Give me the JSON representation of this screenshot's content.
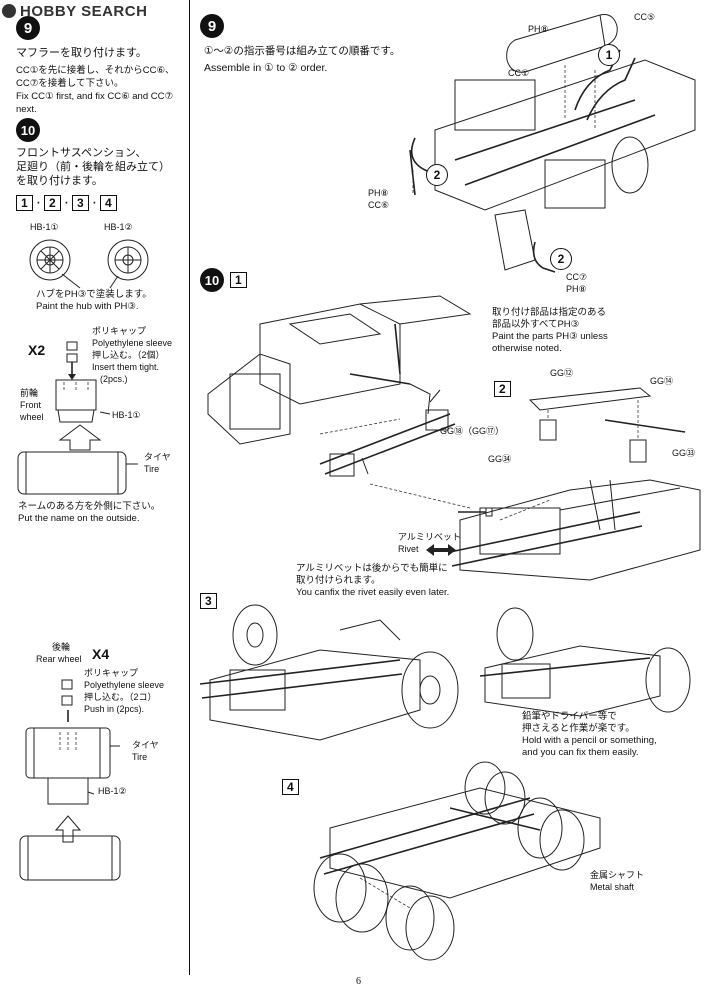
{
  "header": {
    "watermark": "HOBBY SEARCH"
  },
  "left": {
    "step9": {
      "num": "9",
      "title": "マフラーを取り付けます。",
      "jp_lines": [
        "CC①を先に接着し、それからCC⑥、",
        "CC⑦を接着して下さい。"
      ],
      "en_lines": [
        "Fix CC① first, and fix CC⑥ and CC⑦",
        "next."
      ]
    },
    "step10": {
      "num": "10",
      "title_lines": [
        "フロントサスペンション、",
        "足廻り（前・後輪を組み立て）",
        "を取り付けます。"
      ],
      "sequence": [
        "1",
        "2",
        "3",
        "4"
      ],
      "hub_labels": [
        "HB-1①",
        "HB-1②"
      ],
      "paint_jp": "ハブをPH③で塗装します。",
      "paint_en": "Paint the hub with PH③.",
      "front": {
        "count": "X2",
        "sleeve_jp": "ポリキャップ",
        "sleeve_en": "Polyethylene sleeve",
        "push_jp": "押し込む。（2個）",
        "push_en_lines": [
          "Insert them tight.",
          "(2pcs.)"
        ],
        "wheel_jp": "前輪",
        "wheel_en_lines": [
          "Front",
          "wheel"
        ],
        "hub": "HB-1①",
        "tire_jp": "タイヤ",
        "tire_en": "Tire",
        "name_jp": "ネームのある方を外側に下さい。",
        "name_en": "Put the name on the outside."
      },
      "rear": {
        "wheel_jp": "後輪",
        "wheel_en": "Rear wheel",
        "count": "X4",
        "sleeve_jp": "ポリキャップ",
        "sleeve_en": "Polyethylene sleeve",
        "push_jp": "押し込む。（2コ）",
        "push_en": "Push in (2pcs).",
        "tire_jp": "タイヤ",
        "tire_en": "Tire",
        "hub": "HB-1②"
      }
    }
  },
  "right": {
    "step9": {
      "num": "9",
      "order_jp": "①～②の指示番号は組み立ての順番です。",
      "order_en": "Assemble in ① to ② order.",
      "labels": {
        "ph8_top": "PH⑧",
        "cc5": "CC⑤",
        "cc1": "CC①",
        "num1": "1",
        "num2_left": "2",
        "ph8_left": "PH⑧",
        "cc6": "CC⑥",
        "num2_bottom": "2",
        "cc7": "CC⑦",
        "ph8_bottom": "PH⑧"
      }
    },
    "step10": {
      "num": "10",
      "sub1": "1",
      "note_jp_lines": [
        "取り付け部品は指定のある",
        "部品以外すべてPH③"
      ],
      "note_en_lines": [
        "Paint the parts PH③ unless",
        "otherwise noted."
      ],
      "gg18": "GG⑱（GG⑰）",
      "sub2": "2",
      "gg12": "GG⑫",
      "gg14": "GG⑭",
      "gg34": "GG㉞",
      "gg33": "GG㉝",
      "rivet_jp": "アルミリベット",
      "rivet_en": "Rivet",
      "rivet_note_jp_lines": [
        "アルミリベットは後からでも簡単に",
        "取り付けられます。"
      ],
      "rivet_note_en": "You canfix the rivet easily even later.",
      "sub3": "3",
      "hold_jp_lines": [
        "鉛筆やドライバー等で",
        "押さえると作業が楽です。"
      ],
      "hold_en_lines": [
        "Hold with a pencil or something,",
        "and you can fix them easily."
      ],
      "sub4": "4",
      "shaft_jp": "金属シャフト",
      "shaft_en": "Metal shaft"
    }
  },
  "footer": {
    "page": "6"
  }
}
